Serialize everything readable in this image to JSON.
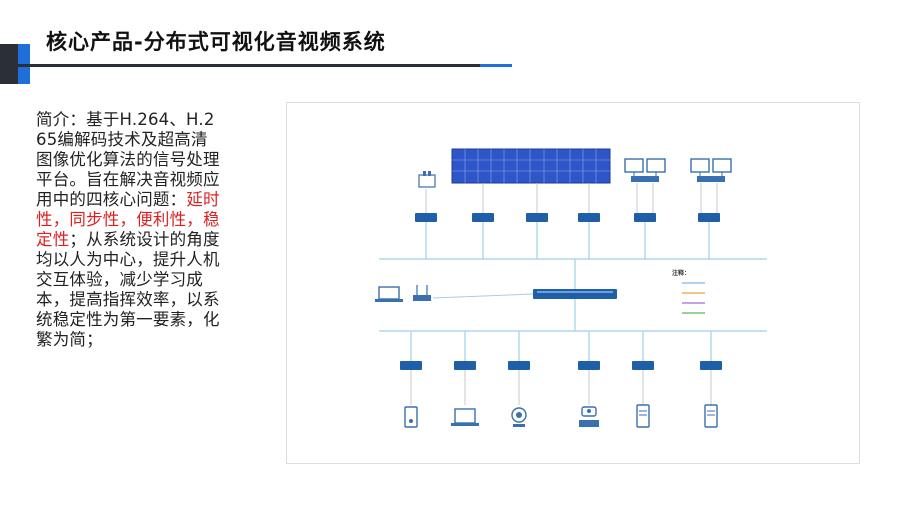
{
  "header": {
    "title": "核心产品-分布式可视化音视频系统"
  },
  "intro": {
    "part1": "简介：基于H.264、H.265编解码技术及超高清图像优化算法的信号处理平台。旨在解决音视频应用中的四核心问题：",
    "highlight": "延时性，同步性，便利性，稳定性",
    "part2": "；从系统设计的角度均以人为中心，提升人机交互体验，减少学习成本，提高指挥效率，以系统稳定性为第一要素，化繁为简；"
  },
  "diagram": {
    "legend_title": "注释：",
    "colors": {
      "bus": "#9fd0e8",
      "device": "#1f5fa8",
      "wall": "#2f56c8",
      "icon": "#3a6fb0",
      "legend": [
        "#7fb7e6",
        "#e6a23c",
        "#9b6fd4",
        "#5cb85c"
      ]
    }
  }
}
